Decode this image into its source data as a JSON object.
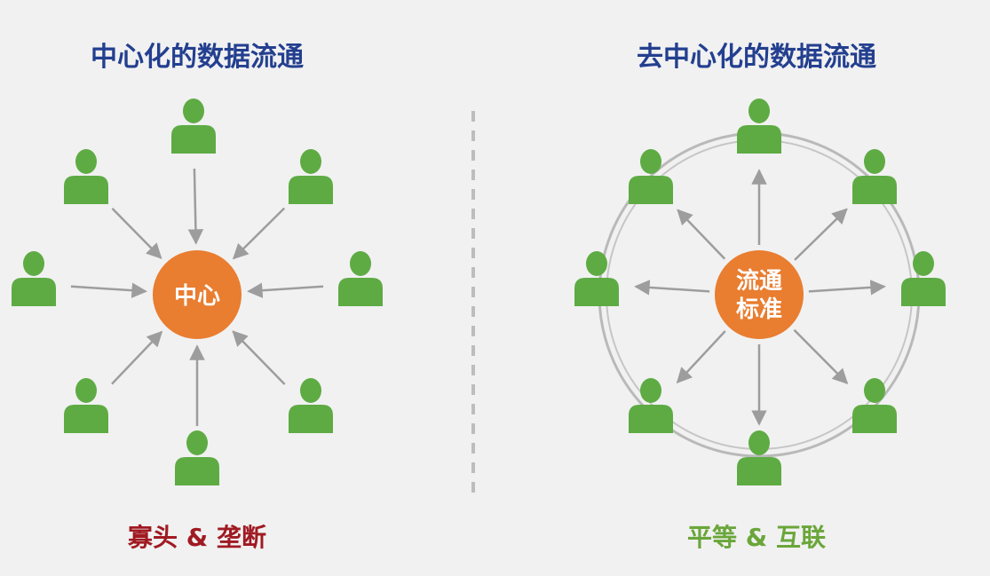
{
  "left": {
    "title": "中心化的数据流通",
    "hub_label": "中心",
    "caption": "寡头 & 垄断"
  },
  "right": {
    "title": "去中心化的数据流通",
    "hub_label_line1": "流通",
    "hub_label_line2": "标准",
    "caption": "平等 & 互联"
  },
  "colors": {
    "title_blue": "#233f8f",
    "caption_red": "#a01a22",
    "caption_green": "#6aa63a",
    "person_green": "#5eab44",
    "hub_orange": "#e97d30",
    "arrow_gray": "#9d9d9d",
    "divider_gray": "#bdbdbd"
  }
}
